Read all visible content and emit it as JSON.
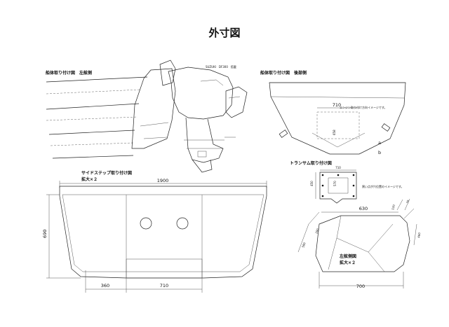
{
  "title": "外寸図",
  "views": {
    "port_mount": {
      "label": "船体取り付け図　左舷側",
      "engine_note": "SUZUKI　DF300　搭載"
    },
    "rear_mount": {
      "label": "船体取り付け図　後部側",
      "note": "エンジン取り付け方向イメージです。",
      "dim_width": "710",
      "dim_vertical": "658",
      "mark_a": "a",
      "mark_b": "b"
    },
    "transom": {
      "label": "トランサム取り付け図",
      "dim_top": "710",
      "dim_left": "450",
      "dim_inner": "570",
      "note": "黒い点が穴位置のイメージです。"
    },
    "side_step": {
      "label": "サイドステップ取り付け図",
      "scale": "拡大×２",
      "dim_width": "1900",
      "dim_height": "690",
      "dim_left": "360",
      "dim_bottom": "710"
    },
    "port_side": {
      "label": "左舷側図",
      "scale": "拡大×２",
      "dim_top": "630",
      "dim_small": "120",
      "dim_step": "70",
      "dim_left_upper": "200",
      "dim_left": "580",
      "dim_right": "460",
      "dim_bottom": "700"
    }
  },
  "colors": {
    "line": "#222222",
    "hatch": "#555555",
    "background": "#ffffff"
  }
}
